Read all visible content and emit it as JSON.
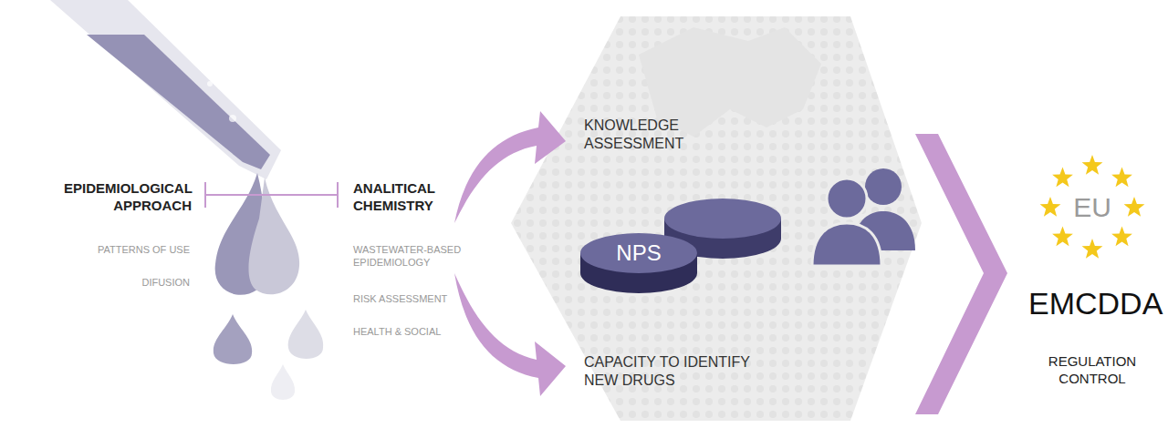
{
  "diagram": {
    "nodes": [
      {
        "text": [
          "NPS"
        ]
      },
      {
        "text": [
          "EU"
        ]
      }
    ],
    "labels": [
      "EPIDEMIOLOGICAL APPROACH",
      "ANALITICAL CHEMISTRY",
      "PATTERNS OF USE",
      "DIFUSION",
      "WASTEWATER-BASED EPIDEMIOLOGY",
      "RISK ASSESSMENT",
      "HEALTH & SOCIAL",
      "KNOWLEDGE ASSESSMENT",
      "CAPACITY TO IDENTIFY NEW DRUGS",
      "EMCDDA",
      "REGULATION CONTROL"
    ]
  }
}
